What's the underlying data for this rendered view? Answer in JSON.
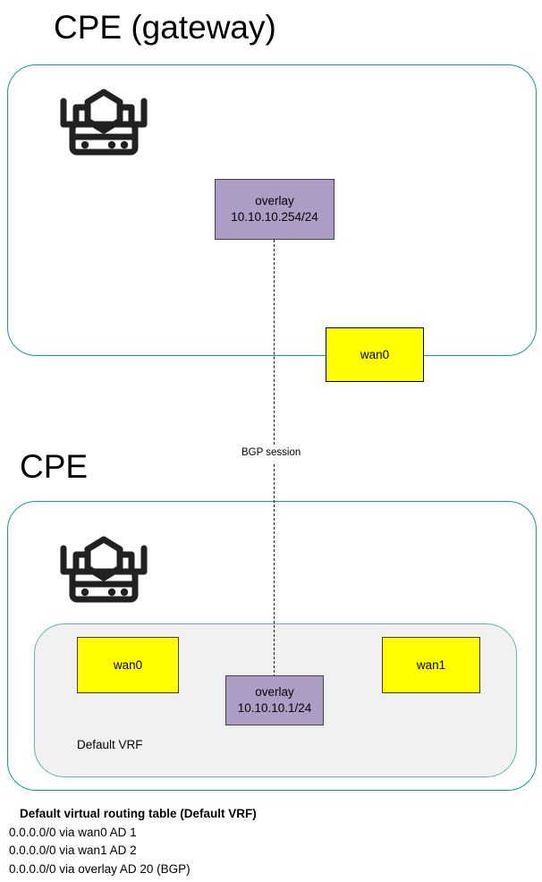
{
  "diagram": {
    "title_gateway": "CPE (gateway)",
    "title_cpe": "CPE",
    "bgp_label": "BGP session",
    "vrf_label": "Default VRF",
    "colors": {
      "panel_border": "#109e93",
      "vrf_border": "#5bb7ae",
      "vrf_fill": "#f1f1f1",
      "wan_fill": "#ffff00",
      "overlay_fill": "#ad9cc4",
      "text": "#000000",
      "dashed_line": "#1a1a1a"
    }
  },
  "gateway": {
    "device_icon": "router-firewall-icon",
    "overlay": {
      "name": "overlay",
      "address": "10.10.10.254/24"
    },
    "wan0": {
      "name": "wan0"
    }
  },
  "cpe": {
    "device_icon": "router-firewall-icon",
    "vrf": {
      "label": "Default VRF",
      "wan0": {
        "name": "wan0"
      },
      "wan1": {
        "name": "wan1"
      },
      "overlay": {
        "name": "overlay",
        "address": "10.10.10.1/24"
      }
    }
  },
  "routing_table": {
    "title": "Default virtual routing table (Default VRF)",
    "routes": [
      "0.0.0.0/0 via wan0 AD 1",
      "0.0.0.0/0 via wan1 AD 2",
      "0.0.0.0/0 via overlay AD 20 (BGP)"
    ]
  }
}
